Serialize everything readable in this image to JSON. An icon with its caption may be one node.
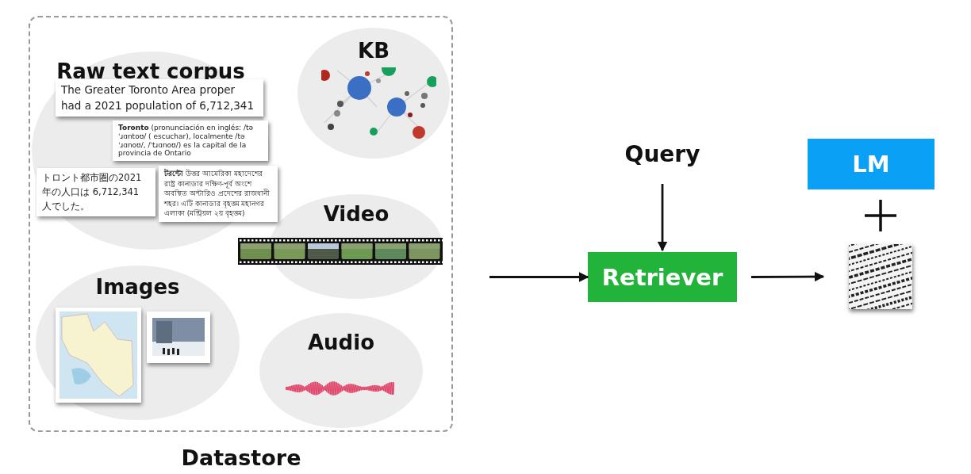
{
  "diagram": {
    "nodes": [
      {
        "text": [
          "Datastore"
        ]
      },
      {
        "text": [
          "Raw text corpus"
        ],
        "in": 0
      },
      {
        "text": [
          "The Greater Toronto Area proper had a 2021 population of 6,712,341"
        ],
        "in": 1
      },
      {
        "text": [
          "**Toronto** (pronunciación en inglés: /təˈɹɑntoʊ/ ( escuchar), localmente /təˈɹɑnoʊ/, /ˈtɹɑnoʊ/) es la capital de la provincia de Ontario"
        ],
        "in": 1
      },
      {
        "text": [
          "トロント都市圏の2021 年の人口は 6,712,341 人でした。"
        ],
        "in": 1
      },
      {
        "text": [
          "**টরন্টো** উত্তর আমেরিকা মহাদেশের রাষ্ট্র কানাডার দক্ষিণ-পূর্ব অংশে অবস্থিত অন্টারিও প্রদেশের রাজধানী শহর। এটি কানাডার বৃহত্তম মহানগর এলাকা (মন্ট্রিয়ল ২য় বৃহত্তম)"
        ],
        "in": 1
      },
      {
        "text": [
          "KB"
        ],
        "in": 0
      },
      {
        "text": [
          "Video"
        ],
        "in": 0
      },
      {
        "text": [
          "Images"
        ],
        "in": 0
      },
      {
        "text": [
          "Audio"
        ],
        "in": 0
      },
      {
        "text": [
          "Query"
        ]
      },
      {
        "text": [
          "Retriever"
        ]
      },
      {
        "text": [
          "LM"
        ]
      },
      {
        "text": [],
        "shape": "picture"
      }
    ],
    "edges": [
      {
        "from": 10,
        "to": 11,
        "arrow": "to"
      },
      {
        "from": null,
        "to": 11,
        "arrow": "to"
      },
      {
        "from": 11,
        "to": 13,
        "arrow": "to"
      }
    ]
  }
}
